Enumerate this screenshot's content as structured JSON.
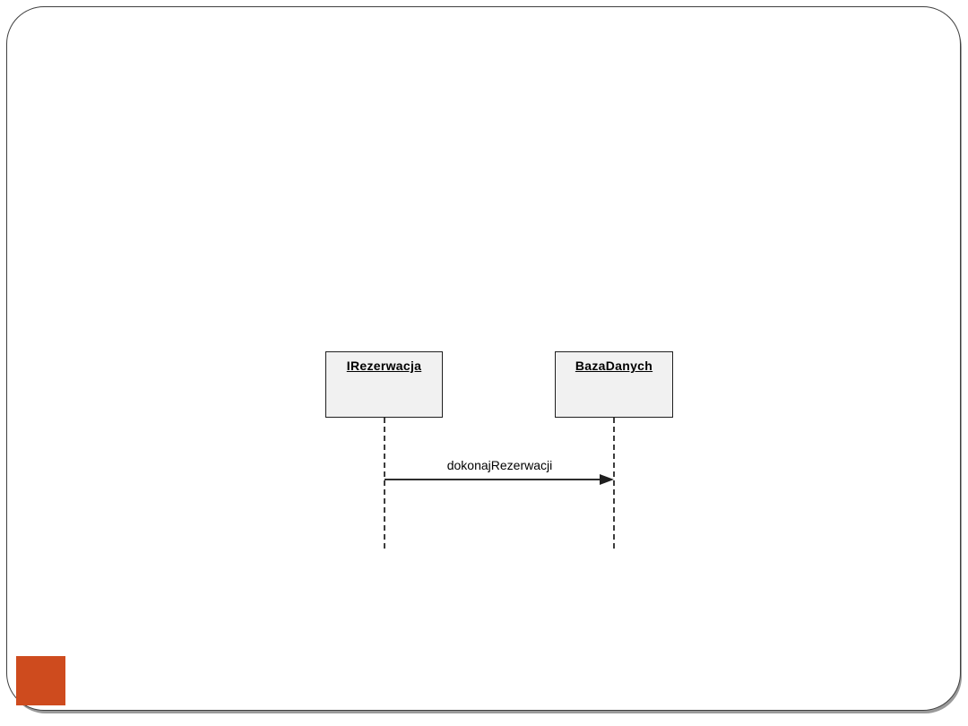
{
  "slide": {
    "background_color": "#ffffff",
    "frame_border_color": "#3f3f3f",
    "frame_shadow_color": "#9a9a9a",
    "accent_square_color": "#ce4b1e"
  },
  "diagram": {
    "type": "uml-sequence",
    "box_fill_color": "#f1f1f1",
    "box_border_color": "#1f1f1f",
    "lifelines": [
      {
        "name": "IRezerwacja"
      },
      {
        "name": "BazaDanych"
      }
    ],
    "messages": [
      {
        "label": "dokonajRezerwacji",
        "from": "IRezerwacja",
        "to": "BazaDanych",
        "style": "solid-filled-arrow"
      }
    ]
  }
}
